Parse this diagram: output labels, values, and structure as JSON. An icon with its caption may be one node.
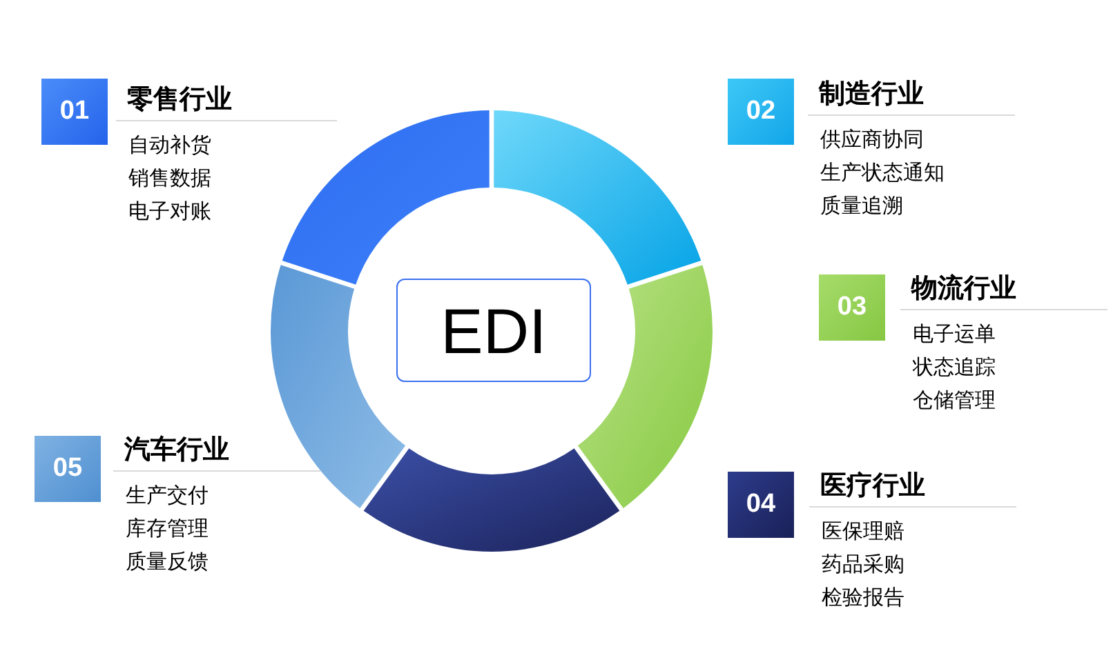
{
  "diagram": {
    "nodes": [
      {
        "text": [
          "01"
        ],
        "beside": [
          "零售行业",
          "自动补货",
          "销售数据",
          "电子对账"
        ]
      },
      {
        "text": [
          "02"
        ],
        "beside": [
          "制造行业",
          "供应商协同",
          "生产状态通知",
          "质量追溯"
        ]
      },
      {
        "text": [
          "EDI"
        ]
      },
      {
        "text": [
          "03"
        ],
        "beside": [
          "物流行业",
          "电子运单",
          "状态追踪",
          "仓储管理"
        ]
      },
      {
        "text": [
          "05"
        ],
        "beside": [
          "汽车行业",
          "生产交付",
          "库存管理",
          "质量反馈"
        ]
      },
      {
        "text": [
          "04"
        ],
        "beside": [
          "医疗行业",
          "医保理赔",
          "药品采购",
          "检验报告"
        ]
      }
    ]
  }
}
